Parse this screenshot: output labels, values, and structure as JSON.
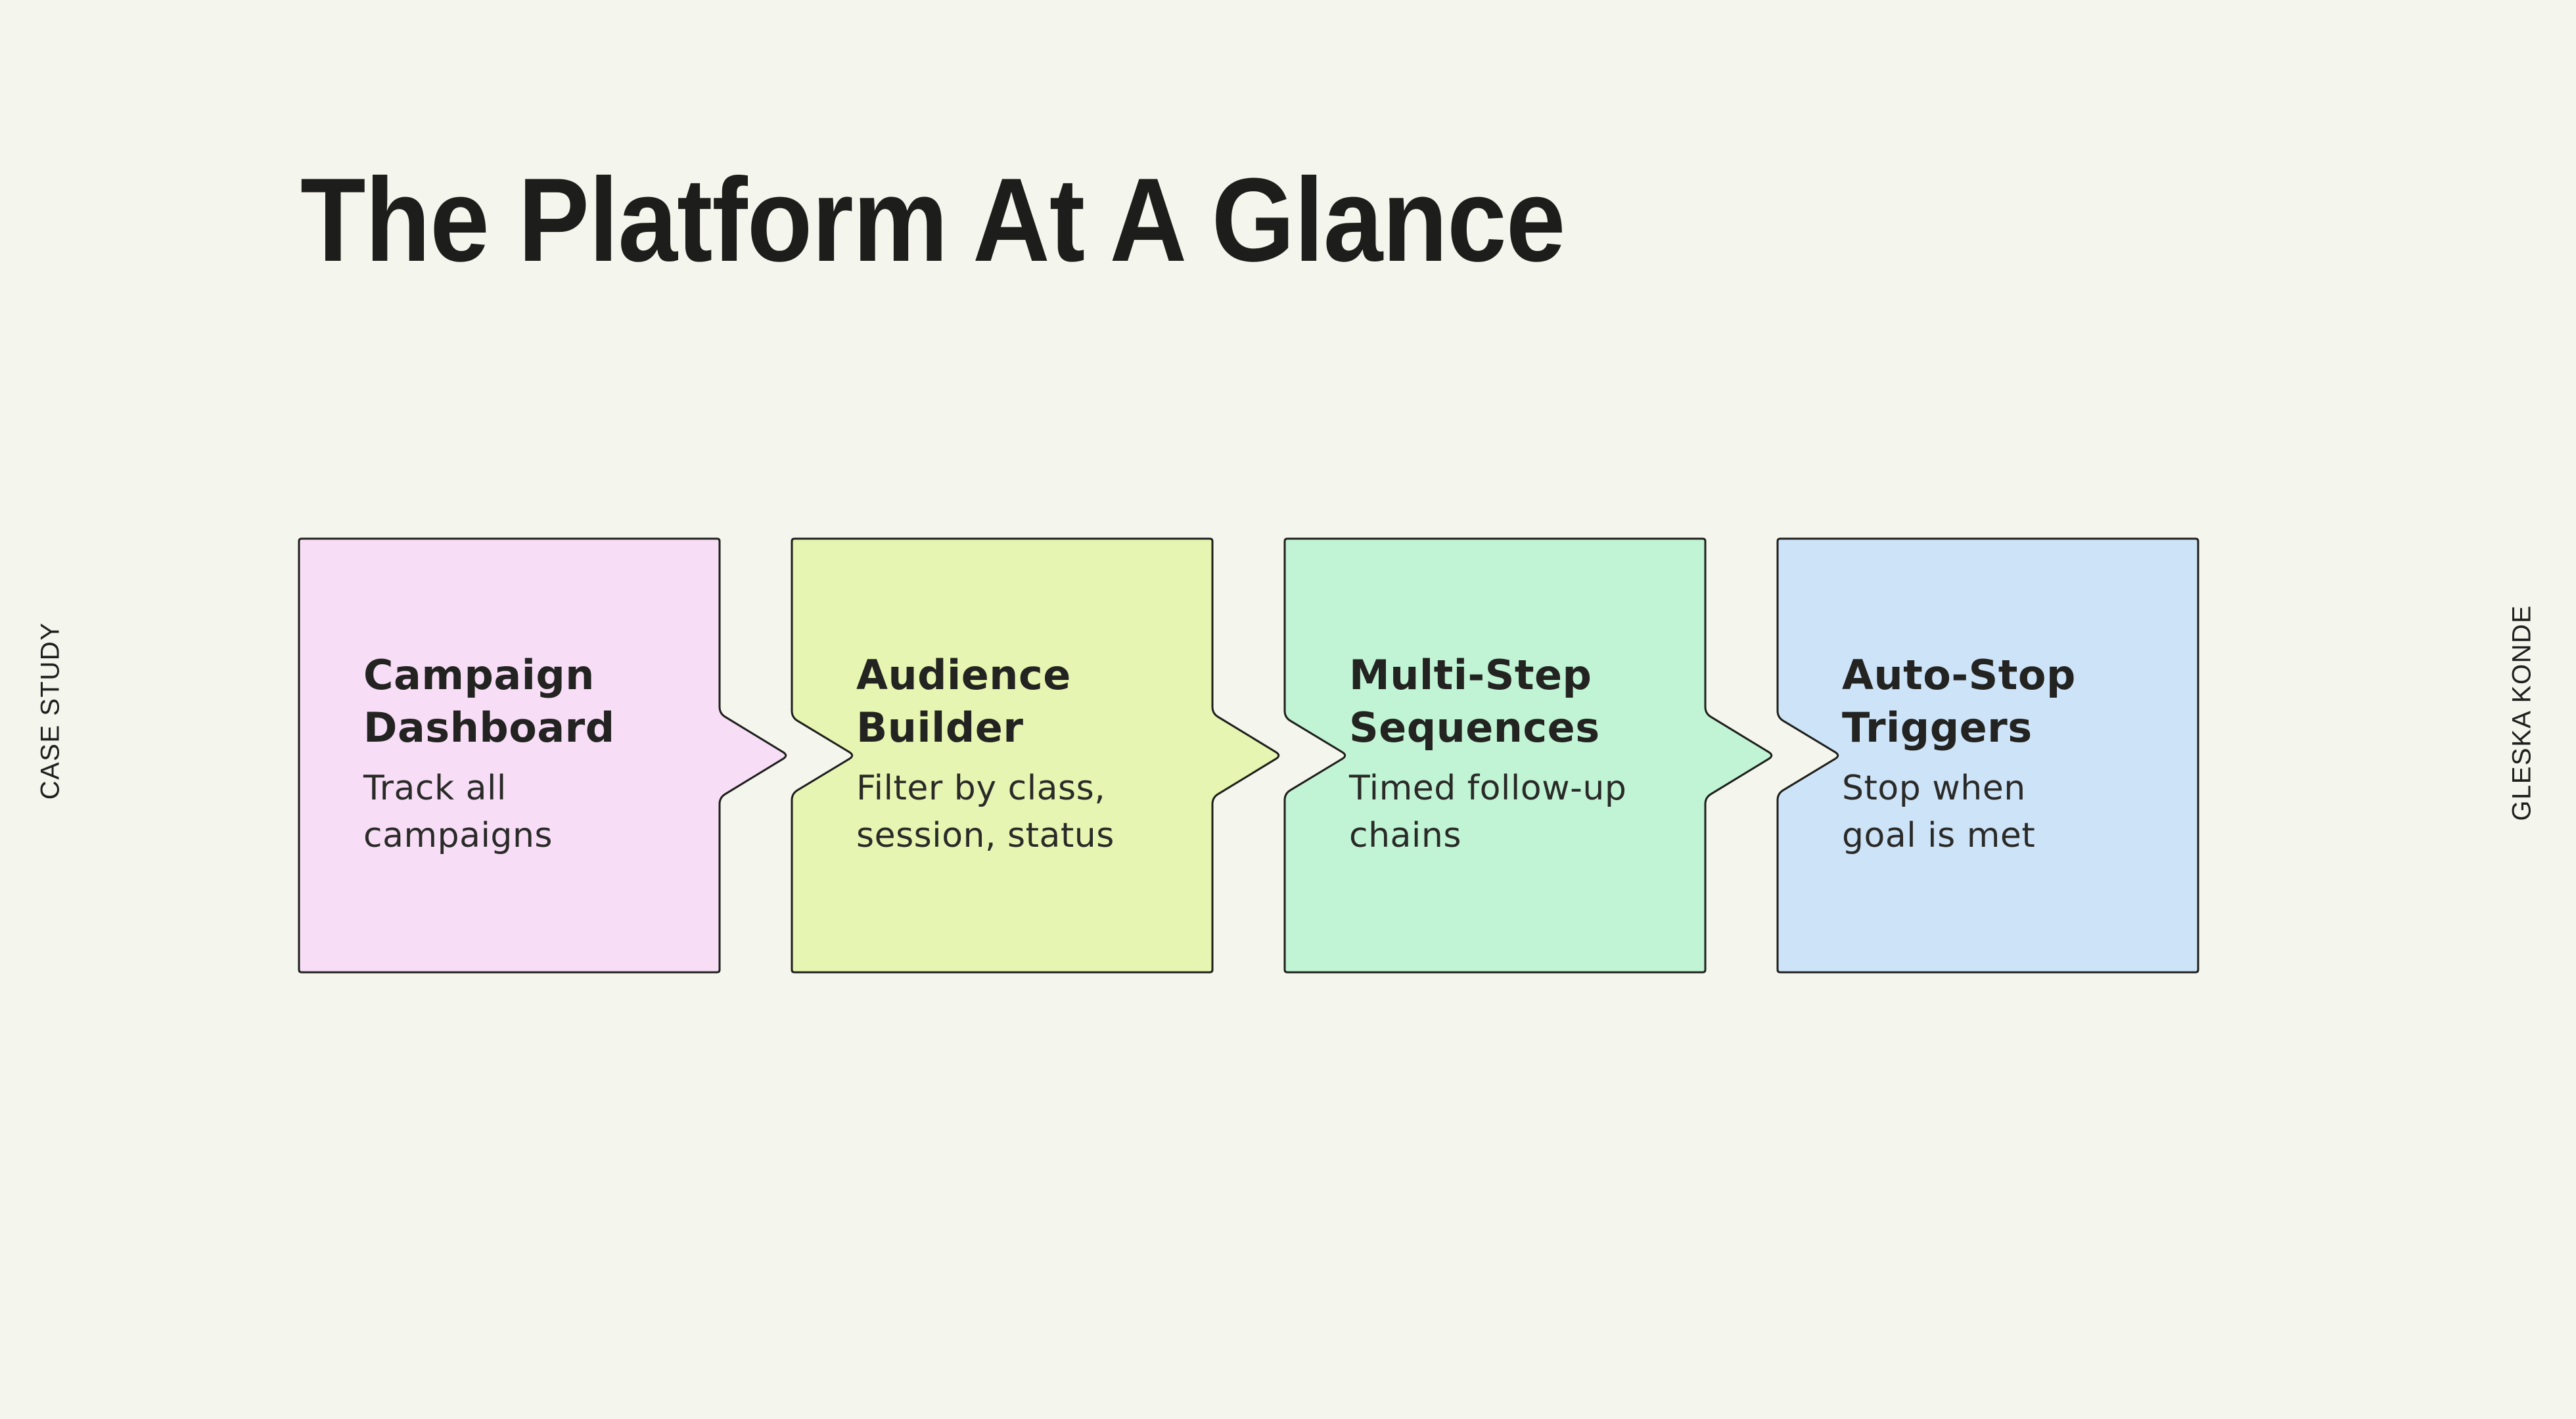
{
  "page": {
    "title": "The Platform At A Glance",
    "side_left": "CASE STUDY",
    "side_right": "GLESKA KONDE",
    "background": "#f4f5ec"
  },
  "colors": {
    "outline": "#1e1e1c",
    "title_text": "#1d1d1b",
    "card_text": "#232321"
  },
  "cards": [
    {
      "title": "Campaign\nDashboard",
      "description": "Track all\ncampaigns",
      "color": "#f7def6"
    },
    {
      "title": "Audience\nBuilder",
      "description": "Filter by class,\nsession, status",
      "color": "#e6f5b1"
    },
    {
      "title": "Multi-Step\nSequences",
      "description": "Timed follow-up\nchains",
      "color": "#c1f4d4"
    },
    {
      "title": "Auto-Stop\nTriggers",
      "description": "Stop when\ngoal is met",
      "color": "#cde3f7"
    }
  ]
}
